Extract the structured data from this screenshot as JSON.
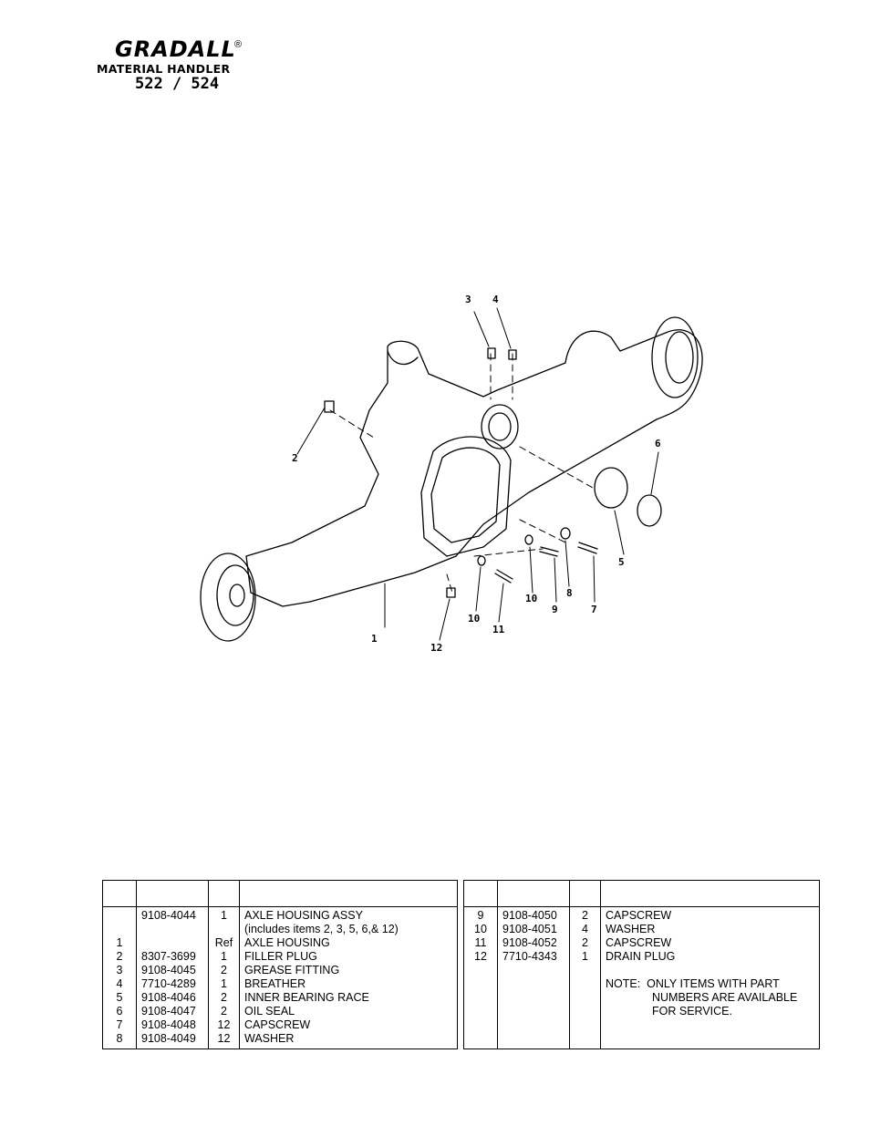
{
  "header": {
    "brand": "GRADALL",
    "registered": "®",
    "subtitle": "MATERIAL HANDLER",
    "model": "522 / 524"
  },
  "diagram": {
    "callouts": [
      "1",
      "2",
      "3",
      "4",
      "5",
      "6",
      "7",
      "8",
      "9",
      "10",
      "11",
      "12",
      "10"
    ]
  },
  "parts_left": [
    {
      "index": "",
      "part": "9108-4044",
      "qty": "1",
      "desc": "AXLE HOUSING ASSY"
    },
    {
      "index": "",
      "part": "",
      "qty": "",
      "desc": "(includes items 2, 3, 5, 6,& 12)"
    },
    {
      "index": "1",
      "part": "",
      "qty": "Ref",
      "desc": "AXLE HOUSING"
    },
    {
      "index": "2",
      "part": "8307-3699",
      "qty": "1",
      "desc": "FILLER PLUG"
    },
    {
      "index": "3",
      "part": "9108-4045",
      "qty": "2",
      "desc": "GREASE FITTING"
    },
    {
      "index": "4",
      "part": "7710-4289",
      "qty": "1",
      "desc": "BREATHER"
    },
    {
      "index": "5",
      "part": "9108-4046",
      "qty": "2",
      "desc": "INNER BEARING RACE"
    },
    {
      "index": "6",
      "part": "9108-4047",
      "qty": "2",
      "desc": "OIL SEAL"
    },
    {
      "index": "7",
      "part": "9108-4048",
      "qty": "12",
      "desc": "CAPSCREW"
    },
    {
      "index": "8",
      "part": "9108-4049",
      "qty": "12",
      "desc": "WASHER"
    }
  ],
  "parts_right": [
    {
      "index": "9",
      "part": "9108-4050",
      "qty": "2",
      "desc": "CAPSCREW"
    },
    {
      "index": "10",
      "part": "9108-4051",
      "qty": "4",
      "desc": "WASHER"
    },
    {
      "index": "11",
      "part": "9108-4052",
      "qty": "2",
      "desc": "CAPSCREW"
    },
    {
      "index": "12",
      "part": "7710-4343",
      "qty": "1",
      "desc": "DRAIN PLUG"
    },
    {
      "index": "",
      "part": "",
      "qty": "",
      "desc": ""
    },
    {
      "index": "",
      "part": "",
      "qty": "",
      "desc": "NOTE:  ONLY ITEMS WITH PART"
    },
    {
      "index": "",
      "part": "",
      "qty": "",
      "desc": "NUMBERS ARE AVAILABLE",
      "indent": true
    },
    {
      "index": "",
      "part": "",
      "qty": "",
      "desc": "FOR SERVICE.",
      "indent": true
    },
    {
      "index": "",
      "part": "",
      "qty": "",
      "desc": ""
    },
    {
      "index": "",
      "part": "",
      "qty": "",
      "desc": ""
    }
  ]
}
